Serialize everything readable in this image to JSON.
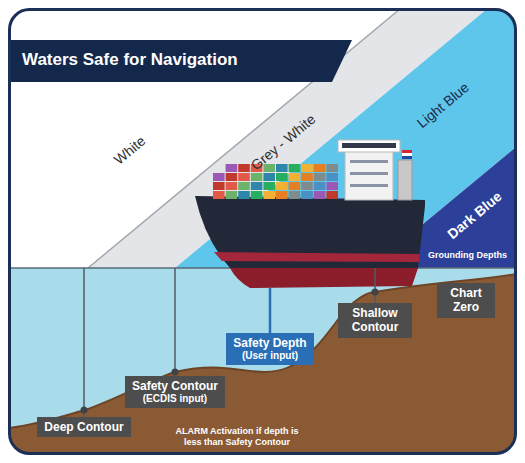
{
  "diagram": {
    "title": "Waters Safe for Navigation",
    "nodes": [
      {
        "text": [
          "White"
        ]
      },
      {
        "text": [
          "Grey - White"
        ]
      },
      {
        "text": [
          "Light Blue"
        ]
      },
      {
        "text": [
          "Dark Blue",
          "Grounding Depths"
        ]
      },
      {
        "text": [
          "Chart Zero"
        ]
      },
      {
        "text": [
          "Shallow Contour"
        ]
      },
      {
        "text": [
          "Safety Depth",
          "(User input)"
        ]
      },
      {
        "text": [
          "Safety Contour",
          "(ECDIS input)"
        ]
      },
      {
        "text": [
          "Deep Contour"
        ]
      }
    ],
    "labels": [
      "ALARM Activation if depth is less than Safety Contour"
    ]
  }
}
